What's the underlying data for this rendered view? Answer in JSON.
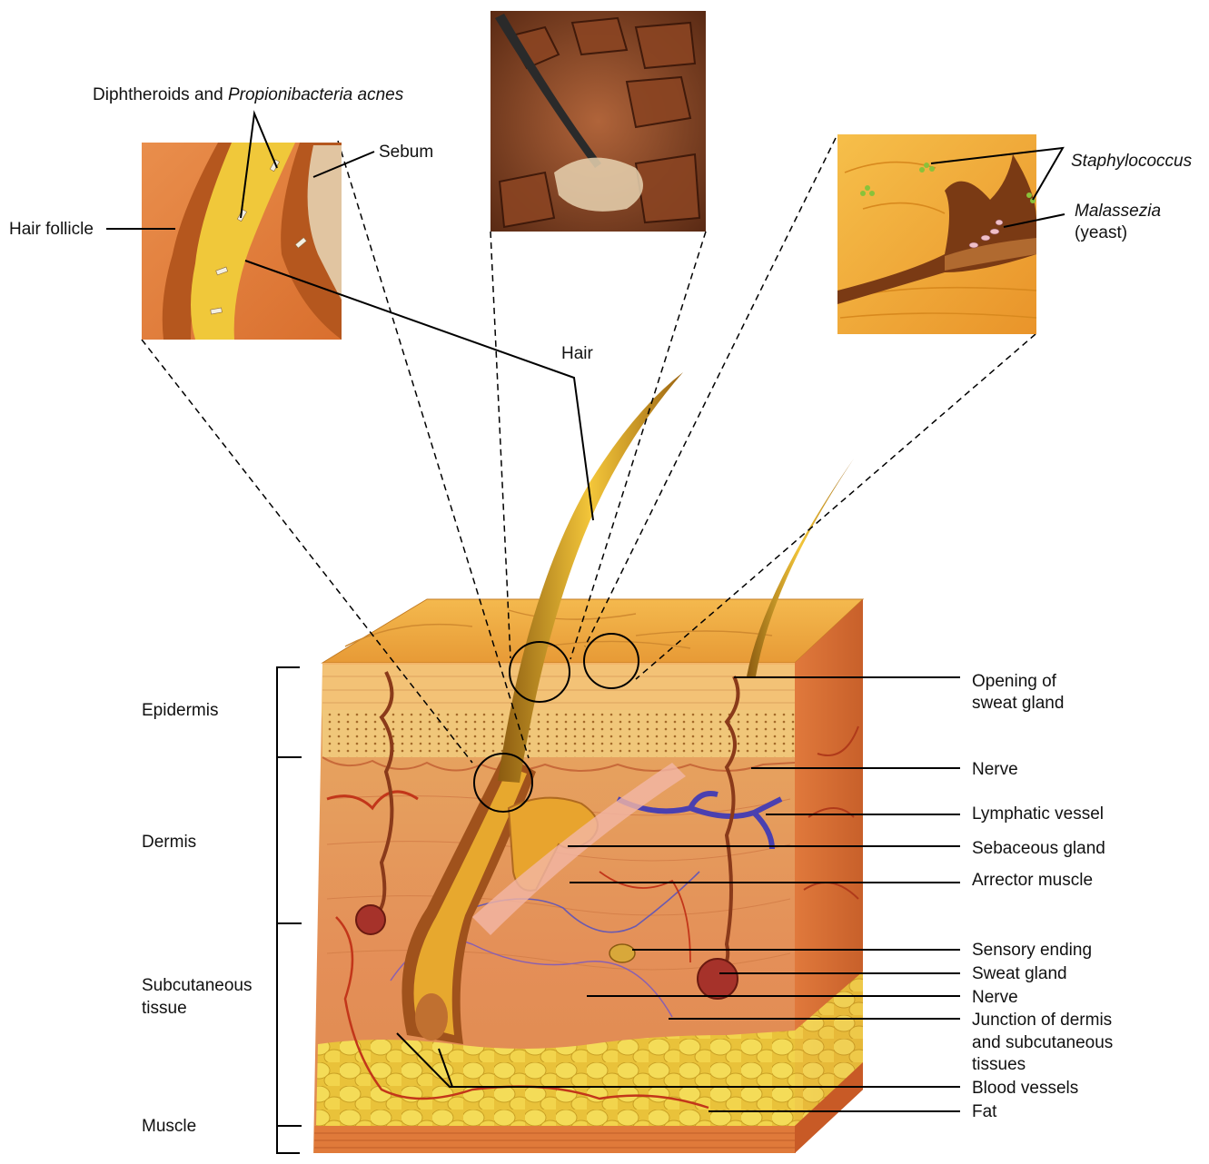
{
  "callouts": {
    "diphtheroids_prefix": "Diphtheroids and ",
    "propionibacteria": "Propionibacteria acnes",
    "sebum": "Sebum",
    "hair_follicle": "Hair follicle",
    "hair": "Hair",
    "staphylococcus": "Staphylococcus",
    "malassezia": "Malassezia",
    "yeast": "(yeast)"
  },
  "layers": {
    "epidermis": "Epidermis",
    "dermis": "Dermis",
    "subcutaneous_1": "Subcutaneous",
    "subcutaneous_2": "tissue",
    "muscle": "Muscle"
  },
  "structures": {
    "opening_1": "Opening of",
    "opening_2": "sweat gland",
    "nerve_upper": "Nerve",
    "lymphatic": "Lymphatic vessel",
    "sebaceous": "Sebaceous gland",
    "arrector": "Arrector muscle",
    "sensory": "Sensory ending",
    "sweat_gland": "Sweat gland",
    "nerve_lower": "Nerve",
    "junction_1": "Junction of dermis",
    "junction_2": "and subcutaneous",
    "junction_3": "tissues",
    "blood_vessels": "Blood vessels",
    "fat": "Fat"
  },
  "colors": {
    "skin_top": "#f2b24a",
    "dermis": "#e79a5c",
    "fat": "#f0d24a",
    "hair": "#d9a21c",
    "lymph": "#4a40b0",
    "blood": "#c2361a"
  }
}
